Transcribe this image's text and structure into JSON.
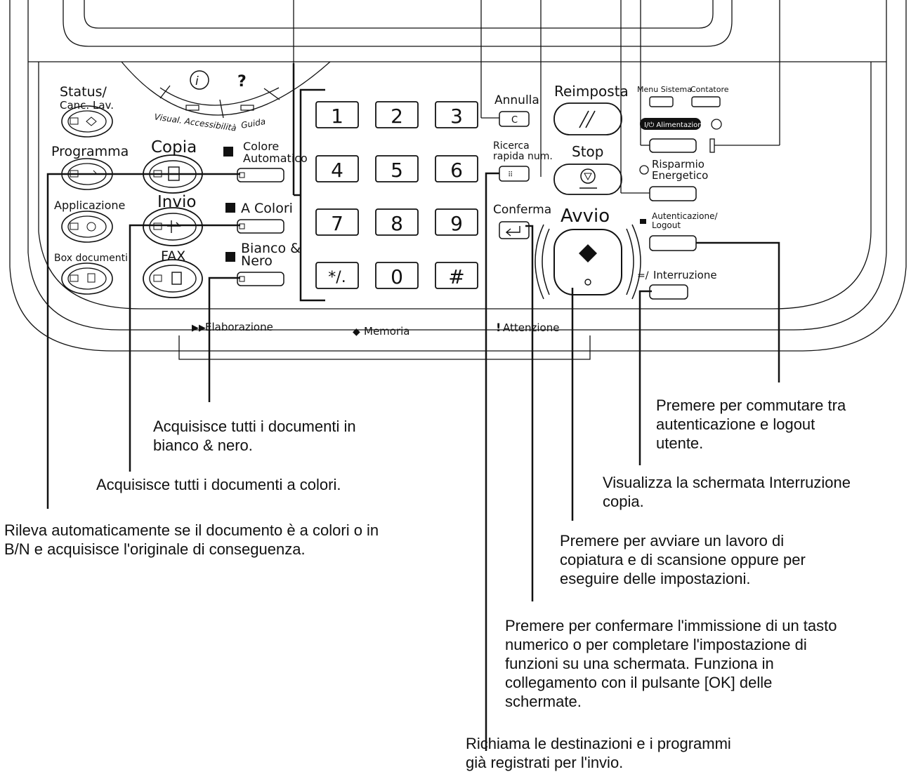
{
  "panel": {
    "status_label": "Status/\nCanc. Lav.",
    "program_label": "Programma",
    "application_label": "Applicazione",
    "box_label": "Box documenti",
    "copy_label": "Copia",
    "send_label": "Invio",
    "fax_label": "FAX",
    "accessibility_label": "Visual.\nAccessibilità",
    "guide_label": "Guida",
    "help_symbol": "?",
    "auto_color_label": "Colore\nAutomatico",
    "full_color_label": "A Colori",
    "bw_label": "Bianco &\nNero",
    "keys": [
      "1",
      "2",
      "3",
      "4",
      "5",
      "6",
      "7",
      "8",
      "9",
      "*/.",
      "0",
      "#"
    ],
    "clear_label": "Annulla",
    "clear_key": "C",
    "quick_search_label": "Ricerca\nrapida num.",
    "enter_label": "Conferma",
    "reset_label": "Reimposta",
    "stop_label": "Stop",
    "start_label": "Avvio",
    "system_menu_label": "Menu Sistema",
    "counter_label": "Contatore",
    "power_label": "I/⏻ Alimentazione",
    "energy_saver_label": "Risparmio\nEnergetico",
    "auth_label": "Autenticazione/\nLogout",
    "interrupt_label": "Interruzione",
    "processing_label": "Elaborazione",
    "memory_label": "Memoria",
    "attention_label": "Attenzione"
  },
  "callouts": {
    "bw": "Acquisisce tutti i documenti in\nbianco & nero.",
    "full_color": "Acquisisce tutti i documenti a colori.",
    "auto_color": "Rileva automaticamente se il documento è a colori o in\nB/N e acquisisce l'originale di conseguenza.",
    "auth": "Premere per commutare tra\nautenticazione e logout\nutente.",
    "interrupt": "Visualizza la schermata Interruzione\ncopia.",
    "start": "Premere per avviare un lavoro di\ncopiatura e di scansione oppure per\neseguire delle impostazioni.",
    "enter": "Premere per confermare l'immissione di un tasto\nnumerico o per completare l'impostazione di\nfunzioni su una schermata. Funziona in\ncollegamento con il pulsante [OK] delle\nschermate.",
    "quick_search": "Richiama le destinazioni e i programmi\ngià registrati per l'invio."
  }
}
